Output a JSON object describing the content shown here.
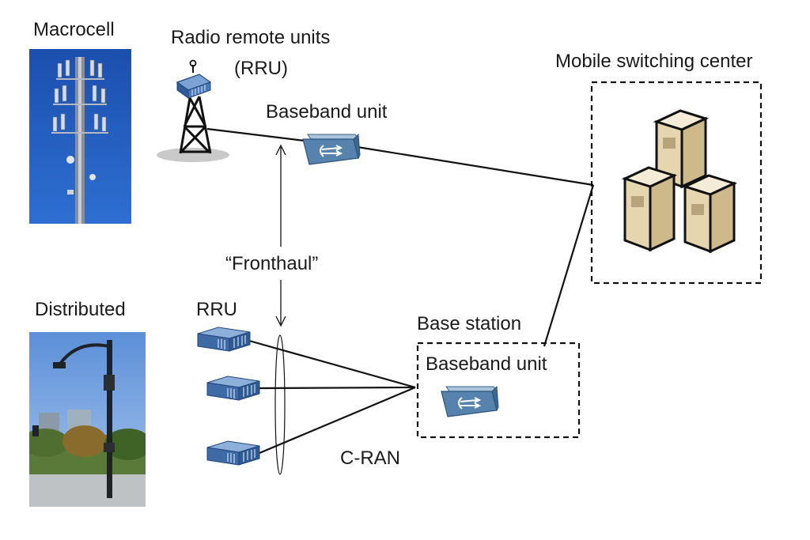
{
  "labels": {
    "macrocell": "Macrocell",
    "rru_line1": "Radio remote units",
    "rru_line2": "(RRU)",
    "baseband_top": "Baseband unit",
    "msc": "Mobile switching center",
    "fronthaul": "“Fronthaul”",
    "distributed": "Distributed",
    "rru_short": "RRU",
    "base_station": "Base station",
    "baseband_bottom": "Baseband unit",
    "cran": "C-RAN"
  },
  "icons": {
    "macrocell_photo": "cell-tower-photo",
    "distributed_photo": "street-light-photo",
    "rru_tower": "rru-tower-icon",
    "baseband": "baseband-unit-icon",
    "rru": "rru-box-icon",
    "servers": "server-cluster-icon"
  },
  "colors": {
    "sky_blue": "#1f57b8",
    "baseband_blue": "#4f7fa6",
    "rru_blue": "#4a73a8",
    "server_beige": "#e8dcc0",
    "line": "#111111"
  }
}
